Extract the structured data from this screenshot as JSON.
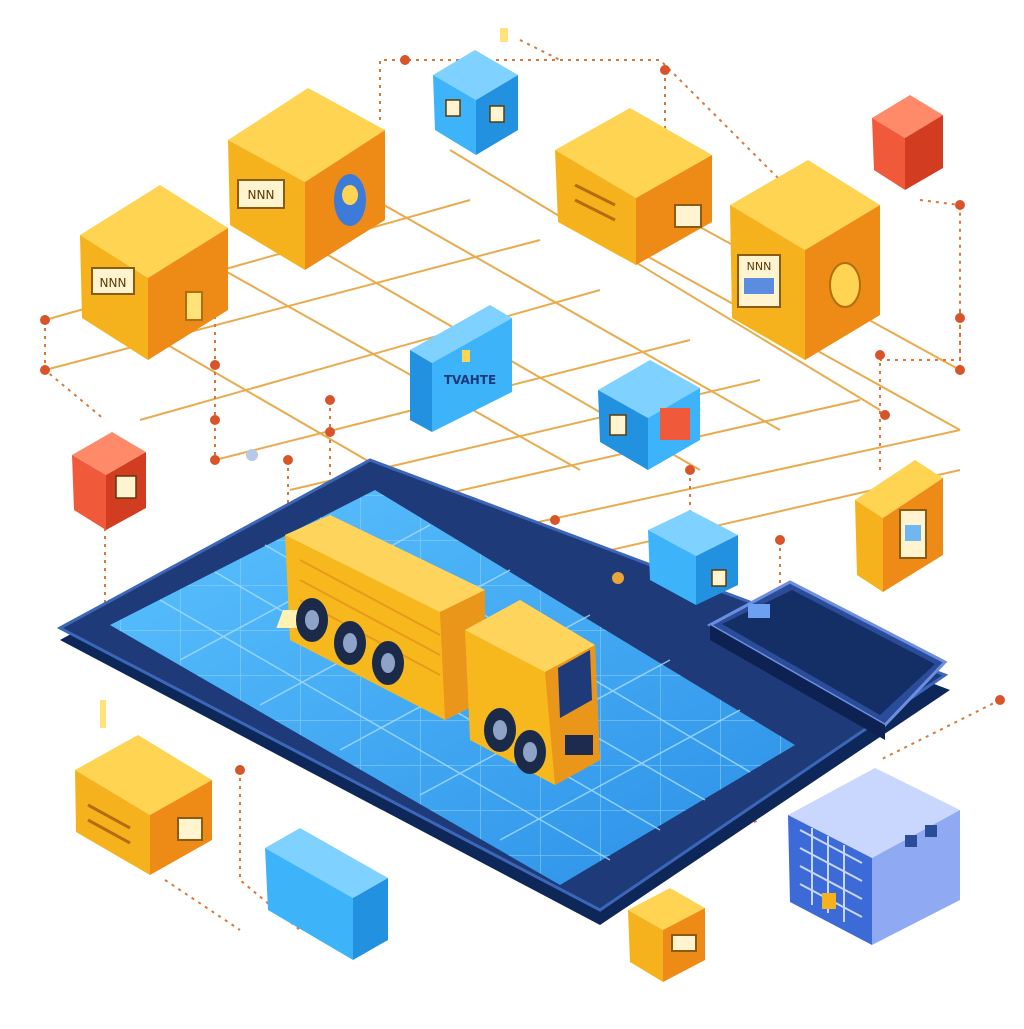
{
  "illustration": {
    "subject": "isometric logistics network with truck on tablet",
    "labels": {
      "blue_panel_text": "TVAHTE",
      "box_left_label": "NNN",
      "box_top_label": "NNN",
      "box_right_label": "NNN"
    }
  },
  "colors": {
    "box_yellow": "#F6B21C",
    "box_orange": "#EE8B17",
    "box_blue": "#33A8F0",
    "box_red": "#F05A3A",
    "grid_orange": "#E6A23A",
    "tablet_navy": "#1E3A78",
    "screen_blue": "#3CA8F2",
    "truck_yellow": "#F7B81E"
  }
}
